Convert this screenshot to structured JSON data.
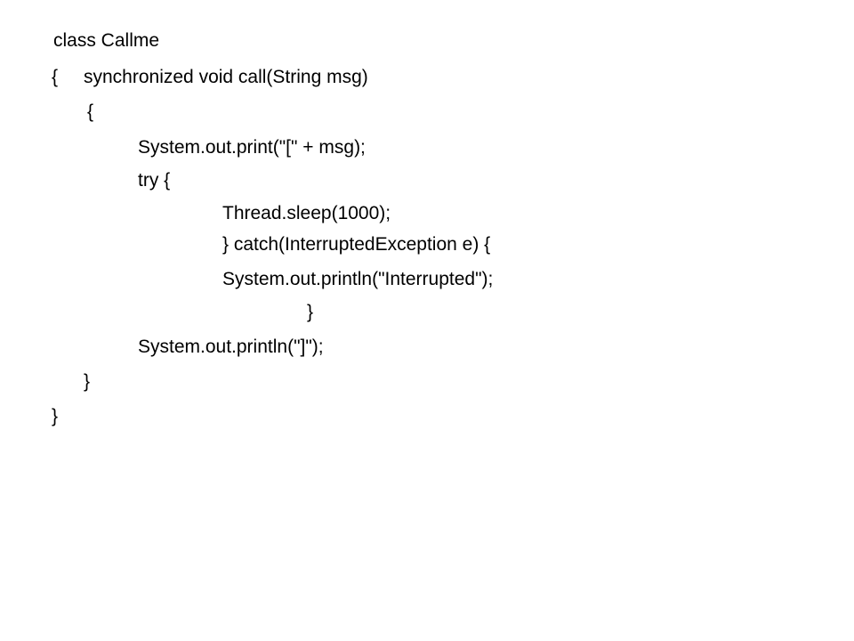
{
  "code": {
    "lines": [
      "class Callme",
      "{",
      "synchronized void call(String msg)",
      "{",
      "System.out.print(\"[\" + msg);",
      "try {",
      "Thread.sleep(1000);",
      "} catch(InterruptedException e) {",
      "System.out.println(\"Interrupted\");",
      "}",
      "System.out.println(\"]\");",
      "}",
      "}"
    ]
  }
}
